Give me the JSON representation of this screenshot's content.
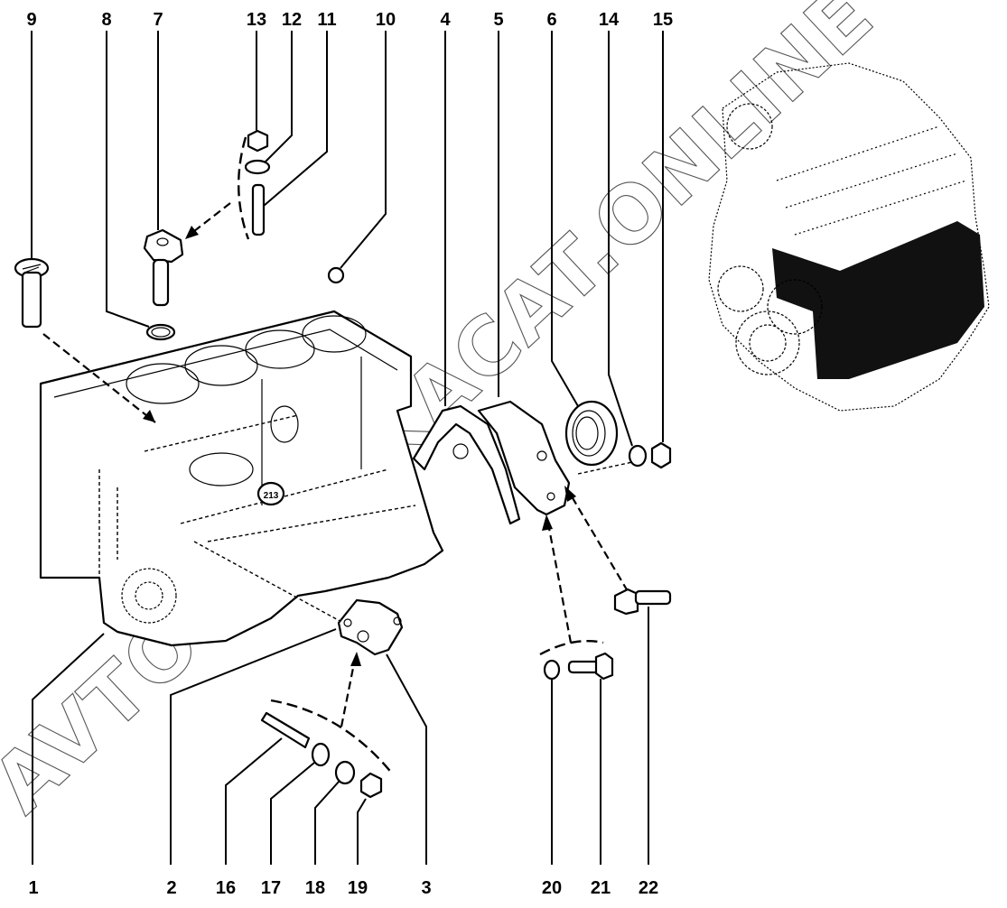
{
  "diagram": {
    "title": "Cylinder block exploded view",
    "watermark": "AVTOSHKVKACAT.ONLINE",
    "callouts_top": [
      {
        "number": "9",
        "part": "oil-filler-tube"
      },
      {
        "number": "8",
        "part": "o-ring"
      },
      {
        "number": "7",
        "part": "oil-pump-drive-housing"
      },
      {
        "number": "13",
        "part": "nut"
      },
      {
        "number": "12",
        "part": "washer"
      },
      {
        "number": "11",
        "part": "stud"
      },
      {
        "number": "10",
        "part": "plug"
      },
      {
        "number": "4",
        "part": "gasket"
      },
      {
        "number": "5",
        "part": "rear-oil-seal-holder"
      },
      {
        "number": "6",
        "part": "crankshaft-rear-oil-seal"
      },
      {
        "number": "14",
        "part": "washer"
      },
      {
        "number": "15",
        "part": "nut"
      }
    ],
    "callouts_bottom": [
      {
        "number": "1",
        "part": "cylinder-block"
      },
      {
        "number": "2",
        "part": "gasket"
      },
      {
        "number": "16",
        "part": "stud"
      },
      {
        "number": "17",
        "part": "washer"
      },
      {
        "number": "18",
        "part": "spring-washer"
      },
      {
        "number": "19",
        "part": "nut"
      },
      {
        "number": "3",
        "part": "cover"
      },
      {
        "number": "20",
        "part": "washer"
      },
      {
        "number": "21",
        "part": "bolt"
      },
      {
        "number": "22",
        "part": "bolt"
      }
    ],
    "block_marking": "213"
  }
}
